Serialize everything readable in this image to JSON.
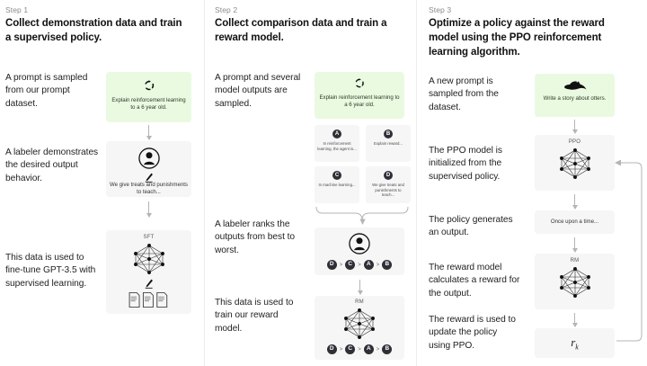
{
  "meta": {
    "title": "RLHF three-step training diagram",
    "colors": {
      "prompt_green": "#e9fae1",
      "panel_gray": "#f6f6f6",
      "badge_dark": "#2f3037",
      "divider": "#ececec",
      "arrow": "#b4b4b4"
    }
  },
  "steps": [
    {
      "label": "Step 1",
      "title": "Collect demonstration data and train a supervised policy.",
      "captions": [
        "A prompt is sampled from our prompt dataset.",
        "A labeler demonstrates the desired output behavior.",
        "This data is used to fine-tune GPT-3.5 with supervised learning."
      ],
      "nodes": {
        "prompt_text": "Explain reinforcement learning to a 6 year old.",
        "prompt_icon": "recycle-loop-icon",
        "labeler_icon": "person-avatar-icon",
        "labeler_pen_icon": "pen-write-icon",
        "labeler_text": "We give treats and punishments to teach...",
        "model_title": "SFT",
        "model_icon": "neural-network-icon",
        "model_pen_icon": "pen-write-icon",
        "docs_icon": "three-documents-icon"
      }
    },
    {
      "label": "Step 2",
      "title": "Collect comparison data and train a reward model.",
      "captions": [
        "A prompt and several model outputs are sampled.",
        "A labeler ranks the outputs from best to worst.",
        "This data is used to train our reward model."
      ],
      "nodes": {
        "prompt_text": "Explain reinforcement learning to a 6 year old.",
        "prompt_icon": "recycle-loop-icon",
        "outputs": [
          {
            "badge": "A",
            "text": "In reinforcement learning, the agent is..."
          },
          {
            "badge": "B",
            "text": "Explain reward..."
          },
          {
            "badge": "C",
            "text": "In machine learning..."
          },
          {
            "badge": "D",
            "text": "We give treats and punishments to teach..."
          }
        ],
        "labeler_icon": "person-avatar-icon",
        "ranking": [
          "D",
          "C",
          "A",
          "B"
        ],
        "ranking_separator": ">",
        "model_title": "RM",
        "model_icon": "neural-network-icon",
        "model_ranking": [
          "D",
          "C",
          "A",
          "B"
        ]
      }
    },
    {
      "label": "Step 3",
      "title": "Optimize a policy against the reward model using the PPO reinforcement learning algorithm.",
      "captions": [
        "A new prompt is sampled from the dataset.",
        "The PPO model is initialized from the supervised policy.",
        "The policy generates an output.",
        "The reward model calculates a reward for the output.",
        "The reward is used to update the policy using PPO."
      ],
      "nodes": {
        "prompt_text": "Write a story about otters.",
        "prompt_icon": "otter-icon",
        "ppo_title": "PPO",
        "ppo_icon": "neural-network-icon",
        "output_text": "Once upon a time...",
        "rm_title": "RM",
        "rm_icon": "neural-network-icon",
        "reward_symbol": "r",
        "reward_subscript": "k",
        "feedback_loop": "update-policy-loop-arrow"
      }
    }
  ]
}
